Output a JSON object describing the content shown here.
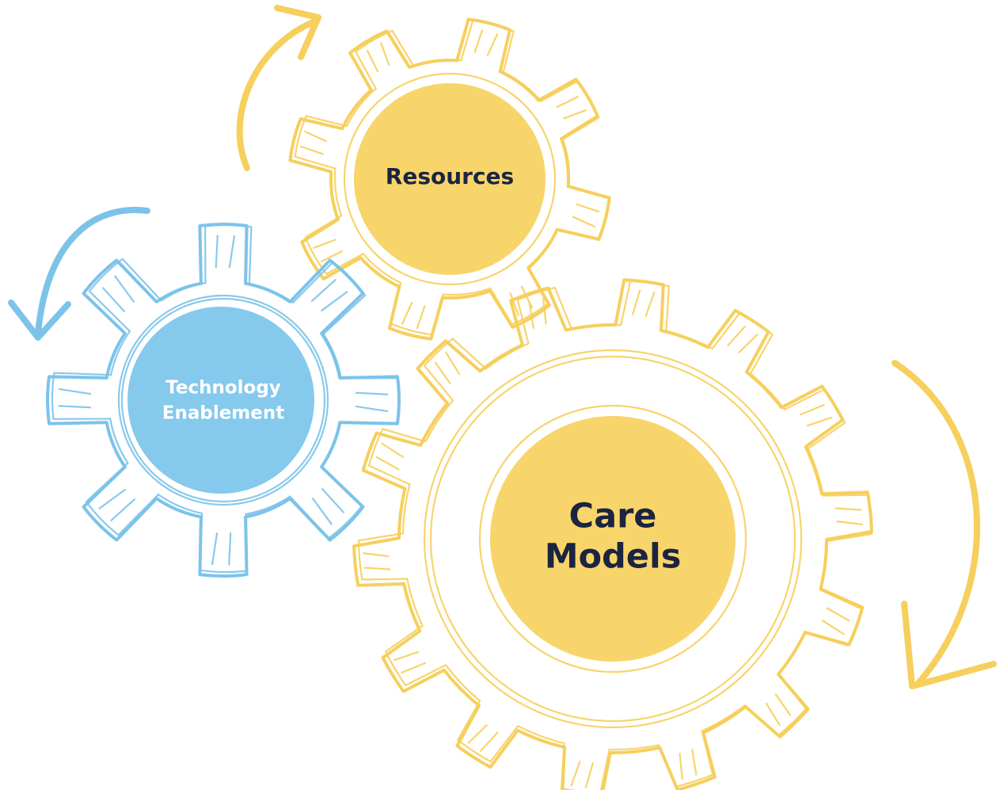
{
  "colors": {
    "yellow": "#F8D56B",
    "yellow_stroke": "#F6CF5C",
    "blue": "#85C9EC",
    "blue_stroke": "#7CC3EA",
    "dark_text": "#1B2440",
    "light_text": "#FFFFFF"
  },
  "gears": {
    "resources": {
      "label": "Resources",
      "teeth": 8,
      "color": "yellow",
      "icon": "gear-icon"
    },
    "technology": {
      "line1": "Technology",
      "line2": "Enablement",
      "teeth": 8,
      "color": "blue",
      "icon": "gear-icon"
    },
    "care_models": {
      "line1": "Care",
      "line2": "Models",
      "teeth": 14,
      "color": "yellow",
      "icon": "gear-icon"
    }
  },
  "arrows": {
    "resources": {
      "direction": "clockwise",
      "icon": "curved-arrow-icon",
      "color": "yellow"
    },
    "technology": {
      "direction": "counterclockwise",
      "icon": "curved-arrow-icon",
      "color": "blue"
    },
    "care_models": {
      "direction": "clockwise",
      "icon": "curved-arrow-icon",
      "color": "yellow"
    }
  }
}
